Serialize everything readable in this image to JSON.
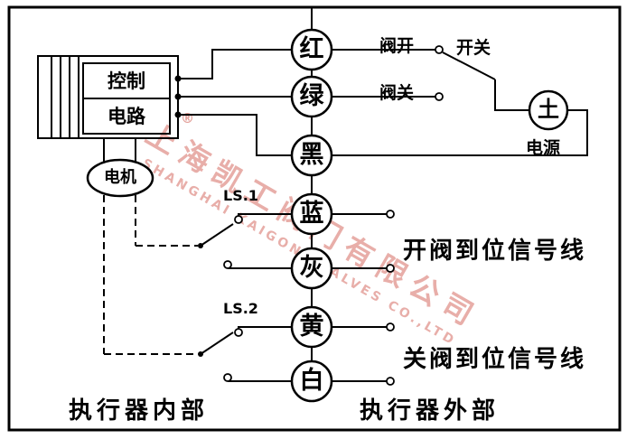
{
  "diagram": {
    "watermark": {
      "registered": "®",
      "cn": "上海凯工阀门有限公司",
      "en": "SHANGHAI KAIGONG VALVES CO.,LTD"
    },
    "control_box": {
      "line1": "控制",
      "line2": "电路"
    },
    "motor_label": "电机",
    "wires": {
      "red": "红",
      "green": "绿",
      "black": "黑",
      "blue": "蓝",
      "gray": "灰",
      "yellow": "黄",
      "white": "白"
    },
    "labels": {
      "valve_open": "阀开",
      "switch": "开关",
      "valve_close": "阀关",
      "power_symbol": "土",
      "power": "电源",
      "ls1": "LS.1",
      "ls2": "LS.2",
      "open_signal": "开阀到位信号线",
      "close_signal": "关阀到位信号线",
      "inside": "执行器内部",
      "outside": "执行器外部"
    },
    "colors": {
      "line": "#000000",
      "watermark": "#c73e32",
      "background": "#ffffff"
    }
  }
}
